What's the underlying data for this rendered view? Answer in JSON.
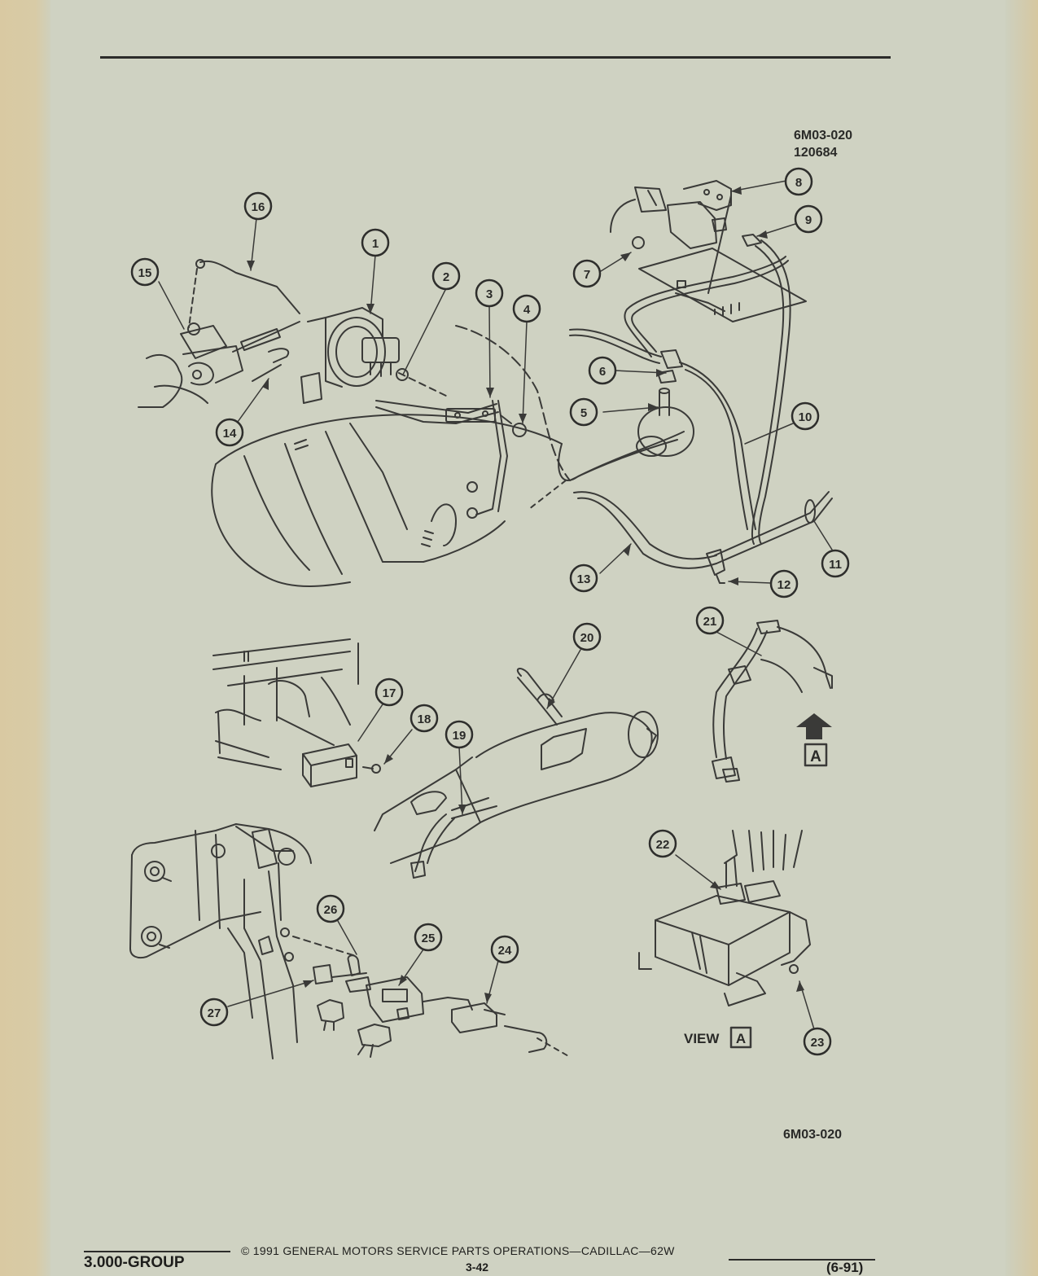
{
  "drawing_ref": {
    "line1": "6M03-020",
    "line2": "120684"
  },
  "callouts": [
    "1",
    "2",
    "3",
    "4",
    "5",
    "6",
    "7",
    "8",
    "9",
    "10",
    "11",
    "12",
    "13",
    "14",
    "15",
    "16",
    "17",
    "18",
    "19",
    "20",
    "21",
    "22",
    "23",
    "24",
    "25",
    "26",
    "27"
  ],
  "view_marker_letter": "A",
  "view_label": {
    "word": "VIEW",
    "letter": "A"
  },
  "figure_code": "6M03-020",
  "footer": {
    "group": "3.000-GROUP",
    "copyright": "©  1991  GENERAL MOTORS SERVICE PARTS OPERATIONS—CADILLAC—62W",
    "page": "3-42",
    "date": "(6-91)"
  },
  "colors": {
    "paper": "#cfd2c2",
    "ink": "#3a3a38",
    "edge": "#d8c9a2"
  }
}
